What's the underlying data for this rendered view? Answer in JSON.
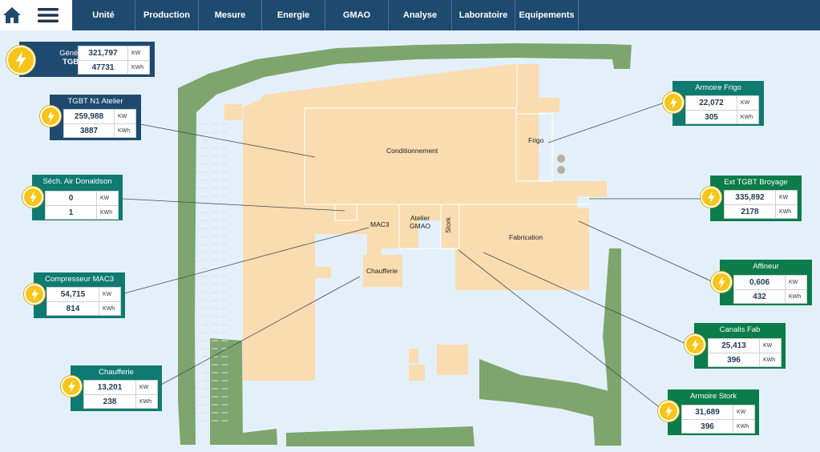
{
  "nav": {
    "home_icon": "home-icon",
    "menu_icon": "hamburger-menu-icon",
    "tabs": [
      "Unité",
      "Production",
      "Mesure",
      "Energie",
      "GMAO",
      "Analyse",
      "Laboratoire",
      "Equipements"
    ]
  },
  "colors": {
    "nav_bg": "#1f4a70",
    "meter_dark": "#1f4a70",
    "meter_teal": "#0f7a72",
    "meter_green": "#0b7c4a",
    "building": "#f9dcb0",
    "grass": "#7ea56e",
    "bolt": "#f6c517"
  },
  "map": {
    "zones": {
      "conditionnement": "Conditionnement",
      "frigo": "Frigo",
      "mac3": "MAC3",
      "atelier_gmao": "Atelier GMAO",
      "stork": "Stork",
      "fabrication": "Fabrication",
      "chaufferie": "Chaufferie"
    }
  },
  "meters": {
    "general": {
      "title": "Général",
      "subtitle": "TGBT",
      "kw": "321,797",
      "kwh": "47731",
      "kw_unit": "KW",
      "kwh_unit": "KWh"
    },
    "tgbt_n1": {
      "title": "TGBT N1 Atelier",
      "kw": "259,988",
      "kwh": "3887",
      "kw_unit": "KW",
      "kwh_unit": "KWh"
    },
    "sech_air": {
      "title": "Séch. Air Donaldson",
      "kw": "0",
      "kwh": "1",
      "kw_unit": "KW",
      "kwh_unit": "KWh"
    },
    "compresseur": {
      "title": "Compresseur MAC3",
      "kw": "54,715",
      "kwh": "814",
      "kw_unit": "KW",
      "kwh_unit": "KWh"
    },
    "chaufferie": {
      "title": "Chaufferie",
      "kw": "13,201",
      "kwh": "238",
      "kw_unit": "KW",
      "kwh_unit": "KWh"
    },
    "armoire_frigo": {
      "title": "Armoire Frigo",
      "kw": "22,072",
      "kwh": "305",
      "kw_unit": "KW",
      "kwh_unit": "KWh"
    },
    "ext_tgbt": {
      "title": "Ext TGBT Broyage",
      "kw": "335,892",
      "kwh": "2178",
      "kw_unit": "KW",
      "kwh_unit": "KWh"
    },
    "affineur": {
      "title": "Affineur",
      "kw": "0,606",
      "kwh": "432",
      "kw_unit": "KW",
      "kwh_unit": "KWh"
    },
    "canalis": {
      "title": "Canalis Fab",
      "kw": "25,413",
      "kwh": "396",
      "kw_unit": "KW",
      "kwh_unit": "KWh"
    },
    "armoire_stork": {
      "title": "Armoire Stork",
      "kw": "31,689",
      "kwh": "396",
      "kw_unit": "KW",
      "kwh_unit": "KWh"
    }
  }
}
